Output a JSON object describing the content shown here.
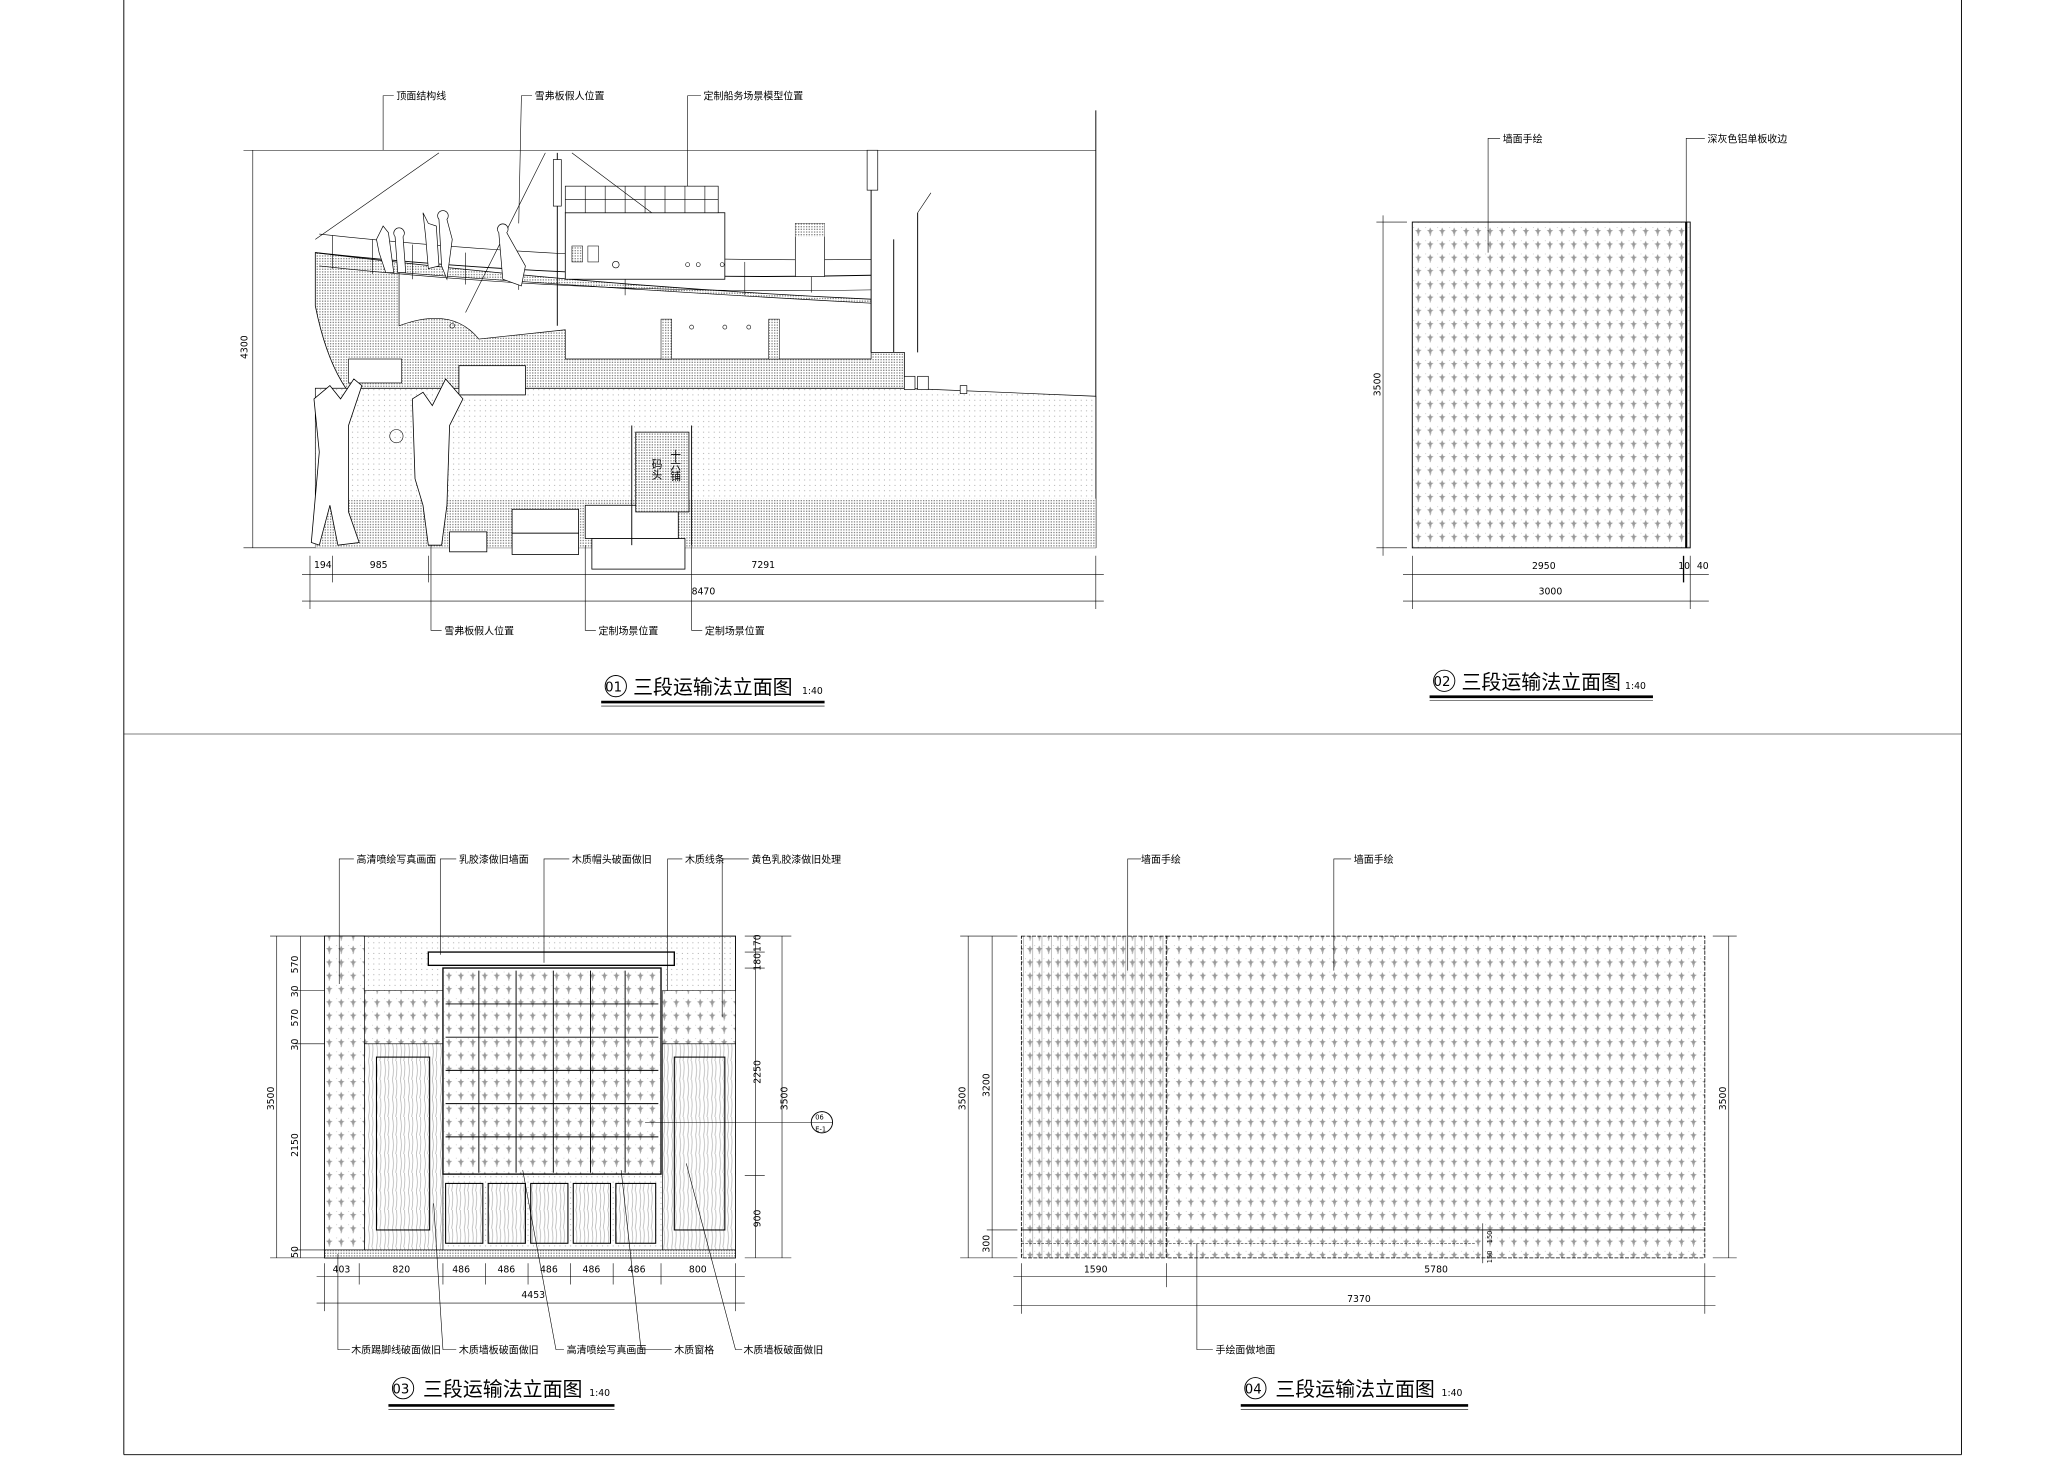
{
  "sheet": {
    "drawings": [
      {
        "number": "01",
        "title": "三段运输法立面图",
        "scale": "1:40",
        "top_labels": [
          "顶面结构线",
          "雪弗板假人位置",
          "定制船务场景模型位置"
        ],
        "bottom_labels": [
          "雪弗板假人位置",
          "定制场景位置",
          "定制场景位置"
        ],
        "dims": {
          "height": "4300",
          "row1": [
            "194",
            "985",
            "7291"
          ],
          "total": "8470"
        },
        "sign_text": [
          "十六铺",
          "码头"
        ]
      },
      {
        "number": "02",
        "title": "三段运输法立面图",
        "scale": "1:40",
        "top_labels": [
          "墙面手绘",
          "深灰色铝单板收边"
        ],
        "dims": {
          "height": "3500",
          "row1": [
            "2950",
            "10",
            "40"
          ],
          "total": "3000"
        }
      },
      {
        "number": "03",
        "title": "三段运输法立面图",
        "scale": "1:40",
        "top_labels": [
          "高清喷绘写真画面",
          "乳胶漆做旧墙面",
          "木质帽头破面做旧",
          "木质线条",
          "黄色乳胶漆做旧处理"
        ],
        "bottom_labels": [
          "木质踢脚线破面做旧",
          "木质墙板破面做旧",
          "高清喷绘写真画面",
          "木质窗格",
          "木质墙板破面做旧"
        ],
        "dims": {
          "left": [
            "570",
            "30",
            "570",
            "30",
            "2150",
            "50"
          ],
          "left_total": "3500",
          "right": [
            "170",
            "180",
            "2250",
            "900"
          ],
          "right_total": "3500",
          "row1": [
            "403",
            "820",
            "486",
            "486",
            "486",
            "486",
            "486",
            "800"
          ],
          "total": "4453"
        },
        "callout": [
          "06",
          "E-1"
        ]
      },
      {
        "number": "04",
        "title": "三段运输法立面图",
        "scale": "1:40",
        "top_labels": [
          "墙面手绘",
          "墙面手绘"
        ],
        "bottom_labels": [
          "手绘面做地面"
        ],
        "dims": {
          "left": [
            "3500",
            "3200",
            "300"
          ],
          "right": "3500",
          "row1": [
            "1590",
            "5780"
          ],
          "total": "7370",
          "small": [
            "150",
            "150"
          ]
        }
      }
    ]
  }
}
